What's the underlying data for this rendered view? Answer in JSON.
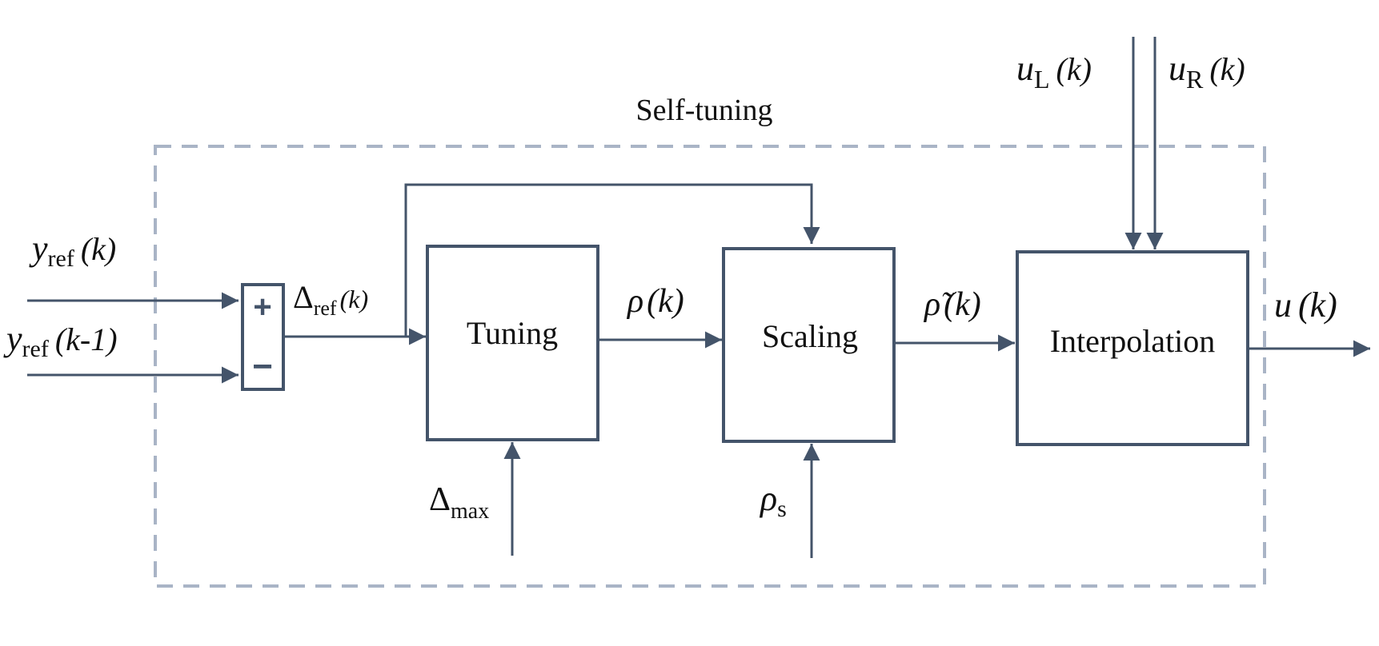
{
  "diagram": {
    "group_title": "Self-tuning",
    "blocks": {
      "tuning": "Tuning",
      "scaling": "Scaling",
      "interpolation": "Interpolation"
    },
    "summer": {
      "plus": "+",
      "minus": "−"
    },
    "signals": {
      "y_ref_k": {
        "sym": "y",
        "sub": "ref",
        "arg": "(k)"
      },
      "y_ref_km1": {
        "sym": "y",
        "sub": "ref",
        "arg": "(k-1)"
      },
      "delta_ref": {
        "sym": "Δ",
        "sub": "ref",
        "arg": "(k)"
      },
      "rho_k": {
        "sym": "ρ",
        "arg": "(k)"
      },
      "rho_tilde": {
        "sym": "ρ̃",
        "arg": "(k)"
      },
      "u_k": {
        "sym": "u",
        "arg": "(k)"
      },
      "u_L": {
        "sym": "u",
        "sub": "L",
        "arg": "(k)"
      },
      "u_R": {
        "sym": "u",
        "sub": "R",
        "arg": "(k)"
      },
      "delta_max": {
        "sym": "Δ",
        "sub": "max"
      },
      "rho_s": {
        "sym": "ρ",
        "sub": "s"
      }
    },
    "colors": {
      "line": "#44546a",
      "dashed_border": "#a9b4c6",
      "text": "#111111"
    }
  }
}
